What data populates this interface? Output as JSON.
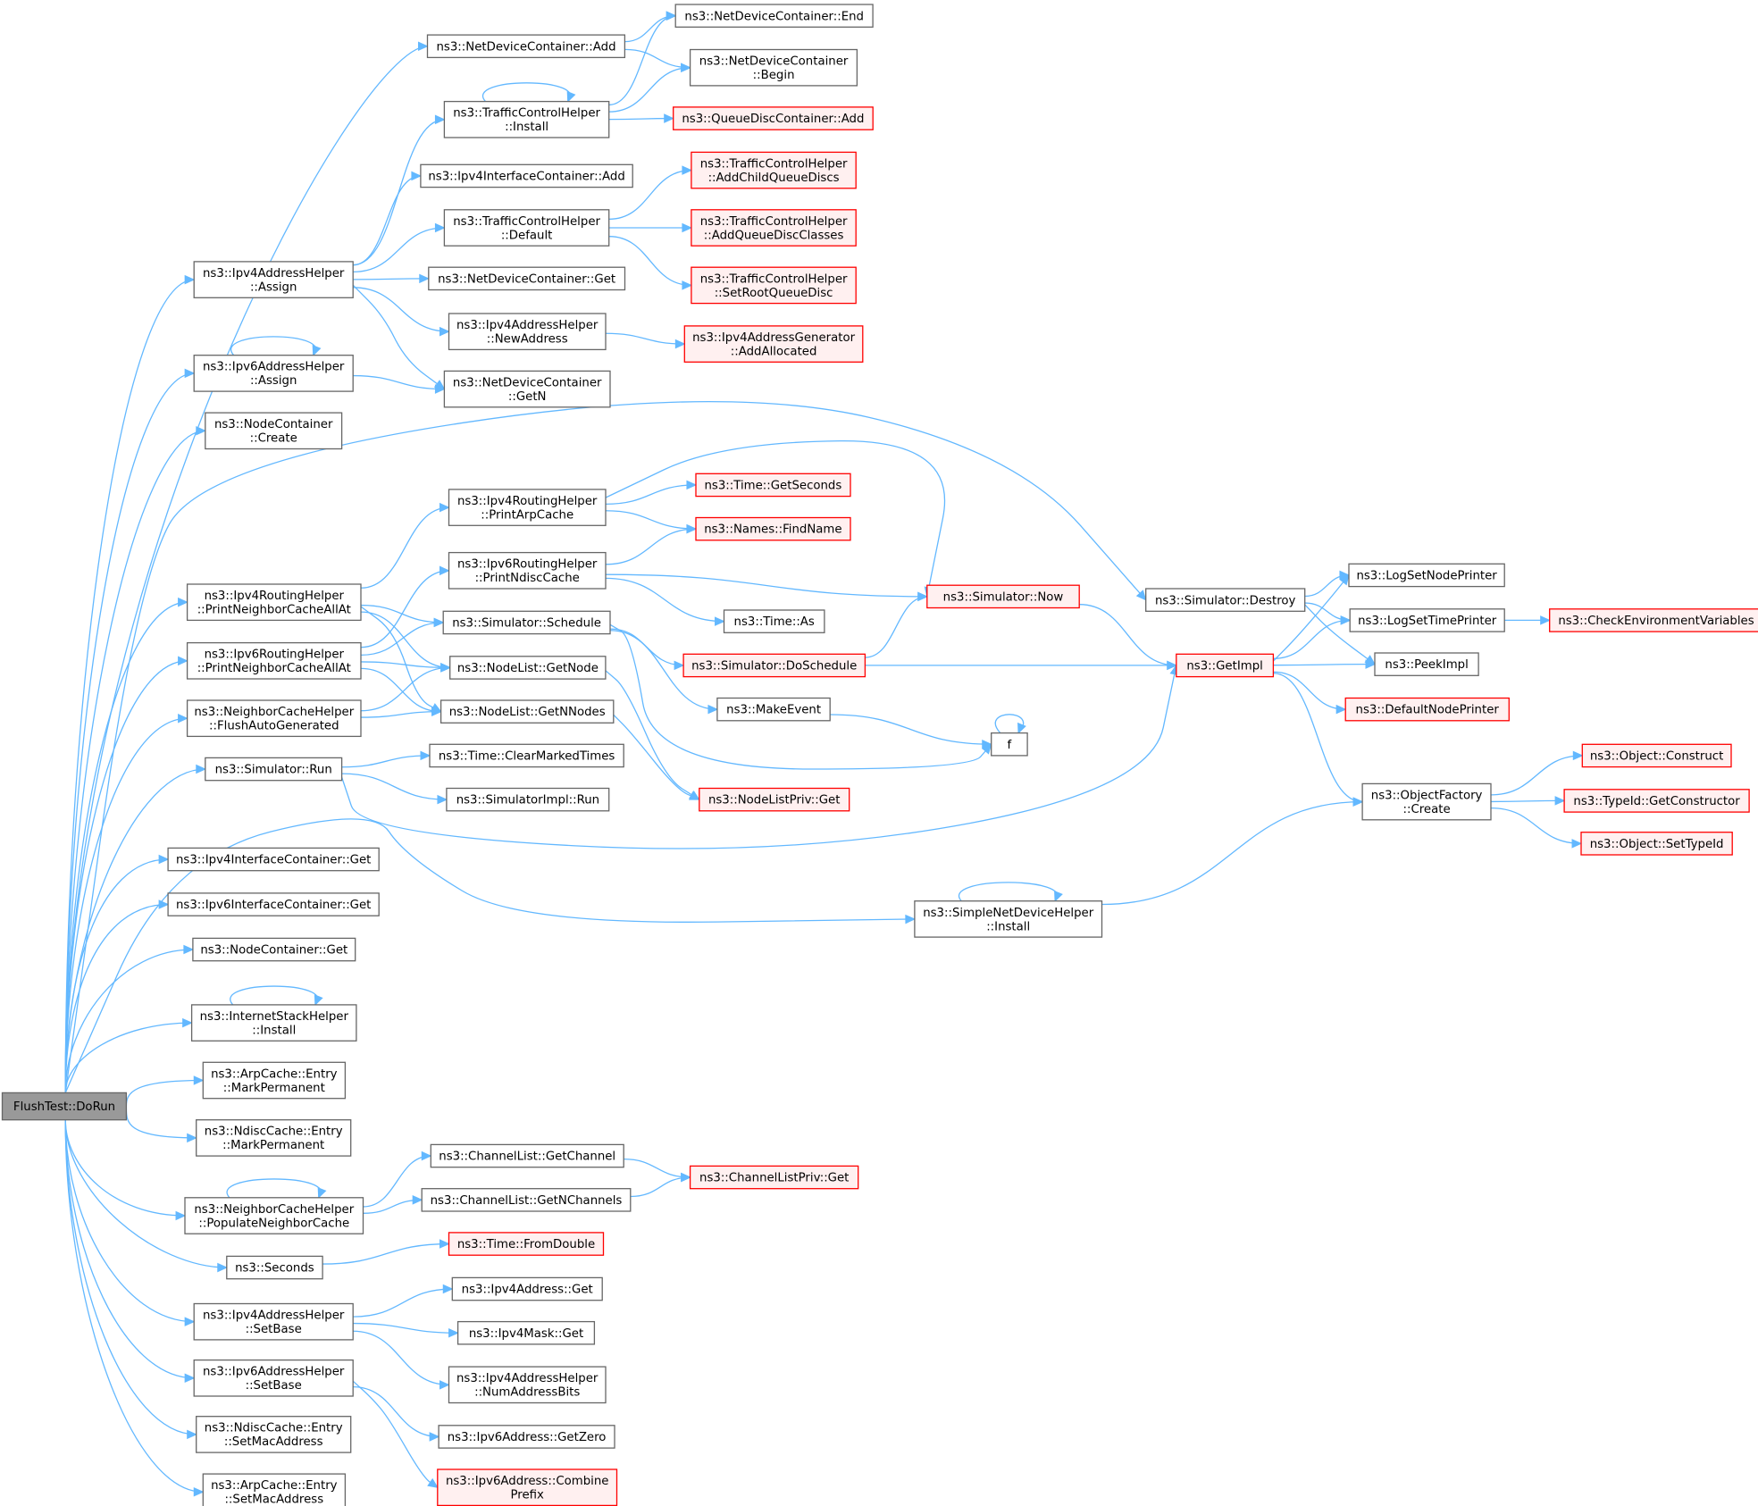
{
  "diagram": {
    "type": "call-graph",
    "root": "FlushTest::DoRun",
    "colors": {
      "edge": "#63b8ff",
      "plain_border": "#666666",
      "red_border": "#ff0000",
      "red_fill": "#fff0f0",
      "root_fill": "#999999"
    },
    "nodes": [
      {
        "id": "dorun",
        "lines": [
          "FlushTest::DoRun"
        ],
        "style": "root"
      },
      {
        "id": "ndc_add",
        "lines": [
          "ns3::NetDeviceContainer::Add"
        ],
        "style": "plain"
      },
      {
        "id": "ndc_end",
        "lines": [
          "ns3::NetDeviceContainer::End"
        ],
        "style": "plain"
      },
      {
        "id": "ndc_begin",
        "lines": [
          "ns3::NetDeviceContainer",
          "::Begin"
        ],
        "style": "plain"
      },
      {
        "id": "tch_install",
        "lines": [
          "ns3::TrafficControlHelper",
          "::Install"
        ],
        "style": "plain"
      },
      {
        "id": "qdc_add",
        "lines": [
          "ns3::QueueDiscContainer::Add"
        ],
        "style": "red"
      },
      {
        "id": "ipv4ic_add",
        "lines": [
          "ns3::Ipv4InterfaceContainer::Add"
        ],
        "style": "plain"
      },
      {
        "id": "tch_addchild",
        "lines": [
          "ns3::TrafficControlHelper",
          "::AddChildQueueDiscs"
        ],
        "style": "red"
      },
      {
        "id": "tch_default",
        "lines": [
          "ns3::TrafficControlHelper",
          "::Default"
        ],
        "style": "plain"
      },
      {
        "id": "tch_addclasses",
        "lines": [
          "ns3::TrafficControlHelper",
          "::AddQueueDiscClasses"
        ],
        "style": "red"
      },
      {
        "id": "ipv4ah_assign",
        "lines": [
          "ns3::Ipv4AddressHelper",
          "::Assign"
        ],
        "style": "plain"
      },
      {
        "id": "ndc_get",
        "lines": [
          "ns3::NetDeviceContainer::Get"
        ],
        "style": "plain"
      },
      {
        "id": "tch_setroot",
        "lines": [
          "ns3::TrafficControlHelper",
          "::SetRootQueueDisc"
        ],
        "style": "red"
      },
      {
        "id": "ipv4ah_newaddr",
        "lines": [
          "ns3::Ipv4AddressHelper",
          "::NewAddress"
        ],
        "style": "plain"
      },
      {
        "id": "ipv4ag_alloc",
        "lines": [
          "ns3::Ipv4AddressGenerator",
          "::AddAllocated"
        ],
        "style": "red"
      },
      {
        "id": "ipv6ah_assign",
        "lines": [
          "ns3::Ipv6AddressHelper",
          "::Assign"
        ],
        "style": "plain"
      },
      {
        "id": "ndc_getn",
        "lines": [
          "ns3::NetDeviceContainer",
          "::GetN"
        ],
        "style": "plain"
      },
      {
        "id": "nc_create",
        "lines": [
          "ns3::NodeContainer",
          "::Create"
        ],
        "style": "plain"
      },
      {
        "id": "ipv4rh_arp",
        "lines": [
          "ns3::Ipv4RoutingHelper",
          "::PrintArpCache"
        ],
        "style": "plain"
      },
      {
        "id": "time_getsec",
        "lines": [
          "ns3::Time::GetSeconds"
        ],
        "style": "red"
      },
      {
        "id": "names_find",
        "lines": [
          "ns3::Names::FindName"
        ],
        "style": "red"
      },
      {
        "id": "ipv6rh_ndisc",
        "lines": [
          "ns3::Ipv6RoutingHelper",
          "::PrintNdiscCache"
        ],
        "style": "plain"
      },
      {
        "id": "sim_now",
        "lines": [
          "ns3::Simulator::Now"
        ],
        "style": "red"
      },
      {
        "id": "sim_destroy",
        "lines": [
          "ns3::Simulator::Destroy"
        ],
        "style": "plain"
      },
      {
        "id": "log_nodeprinter",
        "lines": [
          "ns3::LogSetNodePrinter"
        ],
        "style": "plain"
      },
      {
        "id": "ipv4rh_pnca",
        "lines": [
          "ns3::Ipv4RoutingHelper",
          "::PrintNeighborCacheAllAt"
        ],
        "style": "plain"
      },
      {
        "id": "time_as",
        "lines": [
          "ns3::Time::As"
        ],
        "style": "plain"
      },
      {
        "id": "sim_schedule",
        "lines": [
          "ns3::Simulator::Schedule"
        ],
        "style": "plain"
      },
      {
        "id": "log_timeprinter",
        "lines": [
          "ns3::LogSetTimePrinter"
        ],
        "style": "plain"
      },
      {
        "id": "check_env",
        "lines": [
          "ns3::CheckEnvironmentVariables"
        ],
        "style": "red"
      },
      {
        "id": "ipv6rh_pnca",
        "lines": [
          "ns3::Ipv6RoutingHelper",
          "::PrintNeighborCacheAllAt"
        ],
        "style": "plain"
      },
      {
        "id": "sim_dosched",
        "lines": [
          "ns3::Simulator::DoSchedule"
        ],
        "style": "red"
      },
      {
        "id": "getimpl",
        "lines": [
          "ns3::GetImpl"
        ],
        "style": "red"
      },
      {
        "id": "peekimpl",
        "lines": [
          "ns3::PeekImpl"
        ],
        "style": "plain"
      },
      {
        "id": "nl_getnode",
        "lines": [
          "ns3::NodeList::GetNode"
        ],
        "style": "plain"
      },
      {
        "id": "nch_flush",
        "lines": [
          "ns3::NeighborCacheHelper",
          "::FlushAutoGenerated"
        ],
        "style": "plain"
      },
      {
        "id": "makeevent",
        "lines": [
          "ns3::MakeEvent"
        ],
        "style": "plain"
      },
      {
        "id": "def_nodeprinter",
        "lines": [
          "ns3::DefaultNodePrinter"
        ],
        "style": "red"
      },
      {
        "id": "nl_getnnodes",
        "lines": [
          "ns3::NodeList::GetNNodes"
        ],
        "style": "plain"
      },
      {
        "id": "f",
        "lines": [
          "f"
        ],
        "style": "plain"
      },
      {
        "id": "obj_construct",
        "lines": [
          "ns3::Object::Construct"
        ],
        "style": "red"
      },
      {
        "id": "sim_run",
        "lines": [
          "ns3::Simulator::Run"
        ],
        "style": "plain"
      },
      {
        "id": "time_clear",
        "lines": [
          "ns3::Time::ClearMarkedTimes"
        ],
        "style": "plain"
      },
      {
        "id": "of_create",
        "lines": [
          "ns3::ObjectFactory",
          "::Create"
        ],
        "style": "plain"
      },
      {
        "id": "typeid_getctor",
        "lines": [
          "ns3::TypeId::GetConstructor"
        ],
        "style": "red"
      },
      {
        "id": "simimpl_run",
        "lines": [
          "ns3::SimulatorImpl::Run"
        ],
        "style": "plain"
      },
      {
        "id": "nlpriv_get",
        "lines": [
          "ns3::NodeListPriv::Get"
        ],
        "style": "red"
      },
      {
        "id": "obj_settypeid",
        "lines": [
          "ns3::Object::SetTypeId"
        ],
        "style": "red"
      },
      {
        "id": "ipv4ic_get",
        "lines": [
          "ns3::Ipv4InterfaceContainer::Get"
        ],
        "style": "plain"
      },
      {
        "id": "ipv6ic_get",
        "lines": [
          "ns3::Ipv6InterfaceContainer::Get"
        ],
        "style": "plain"
      },
      {
        "id": "sndh_install",
        "lines": [
          "ns3::SimpleNetDeviceHelper",
          "::Install"
        ],
        "style": "plain"
      },
      {
        "id": "nc_get",
        "lines": [
          "ns3::NodeContainer::Get"
        ],
        "style": "plain"
      },
      {
        "id": "ish_install",
        "lines": [
          "ns3::InternetStackHelper",
          "::Install"
        ],
        "style": "plain"
      },
      {
        "id": "arp_markperm",
        "lines": [
          "ns3::ArpCache::Entry",
          "::MarkPermanent"
        ],
        "style": "plain"
      },
      {
        "id": "ndisc_markperm",
        "lines": [
          "ns3::NdiscCache::Entry",
          "::MarkPermanent"
        ],
        "style": "plain"
      },
      {
        "id": "cl_getchannel",
        "lines": [
          "ns3::ChannelList::GetChannel"
        ],
        "style": "plain"
      },
      {
        "id": "clpriv_get",
        "lines": [
          "ns3::ChannelListPriv::Get"
        ],
        "style": "red"
      },
      {
        "id": "nch_populate",
        "lines": [
          "ns3::NeighborCacheHelper",
          "::PopulateNeighborCache"
        ],
        "style": "plain"
      },
      {
        "id": "cl_getnchannels",
        "lines": [
          "ns3::ChannelList::GetNChannels"
        ],
        "style": "plain"
      },
      {
        "id": "time_fromdouble",
        "lines": [
          "ns3::Time::FromDouble"
        ],
        "style": "red"
      },
      {
        "id": "seconds",
        "lines": [
          "ns3::Seconds"
        ],
        "style": "plain"
      },
      {
        "id": "ipv4addr_get",
        "lines": [
          "ns3::Ipv4Address::Get"
        ],
        "style": "plain"
      },
      {
        "id": "ipv4ah_setbase",
        "lines": [
          "ns3::Ipv4AddressHelper",
          "::SetBase"
        ],
        "style": "plain"
      },
      {
        "id": "ipv4mask_get",
        "lines": [
          "ns3::Ipv4Mask::Get"
        ],
        "style": "plain"
      },
      {
        "id": "ipv4ah_numbits",
        "lines": [
          "ns3::Ipv4AddressHelper",
          "::NumAddressBits"
        ],
        "style": "plain"
      },
      {
        "id": "ipv6ah_setbase",
        "lines": [
          "ns3::Ipv6AddressHelper",
          "::SetBase"
        ],
        "style": "plain"
      },
      {
        "id": "ipv6addr_getzero",
        "lines": [
          "ns3::Ipv6Address::GetZero"
        ],
        "style": "plain"
      },
      {
        "id": "ndisc_setmac",
        "lines": [
          "ns3::NdiscCache::Entry",
          "::SetMacAddress"
        ],
        "style": "plain"
      },
      {
        "id": "ipv6addr_combine",
        "lines": [
          "ns3::Ipv6Address::Combine",
          "Prefix"
        ],
        "style": "red"
      },
      {
        "id": "arp_setmac",
        "lines": [
          "ns3::ArpCache::Entry",
          "::SetMacAddress"
        ],
        "style": "plain"
      }
    ],
    "edges": [
      [
        "dorun",
        "ndc_add"
      ],
      [
        "dorun",
        "ipv4ah_assign"
      ],
      [
        "dorun",
        "ipv6ah_assign"
      ],
      [
        "dorun",
        "nc_create"
      ],
      [
        "dorun",
        "sim_destroy"
      ],
      [
        "dorun",
        "ipv4rh_pnca"
      ],
      [
        "dorun",
        "ipv6rh_pnca"
      ],
      [
        "dorun",
        "nch_flush"
      ],
      [
        "dorun",
        "sim_run"
      ],
      [
        "dorun",
        "ipv4ic_get"
      ],
      [
        "dorun",
        "ipv6ic_get"
      ],
      [
        "dorun",
        "sndh_install"
      ],
      [
        "dorun",
        "nc_get"
      ],
      [
        "dorun",
        "ish_install"
      ],
      [
        "dorun",
        "arp_markperm"
      ],
      [
        "dorun",
        "ndisc_markperm"
      ],
      [
        "dorun",
        "nch_populate"
      ],
      [
        "dorun",
        "seconds"
      ],
      [
        "dorun",
        "ipv4ah_setbase"
      ],
      [
        "dorun",
        "ipv6ah_setbase"
      ],
      [
        "dorun",
        "ndisc_setmac"
      ],
      [
        "dorun",
        "arp_setmac"
      ],
      [
        "ndc_add",
        "ndc_end"
      ],
      [
        "ndc_add",
        "ndc_begin"
      ],
      [
        "tch_install",
        "ndc_end"
      ],
      [
        "tch_install",
        "ndc_begin"
      ],
      [
        "tch_install",
        "qdc_add"
      ],
      [
        "tch_install",
        "tch_install"
      ],
      [
        "tch_default",
        "tch_addchild"
      ],
      [
        "tch_default",
        "tch_addclasses"
      ],
      [
        "tch_default",
        "tch_setroot"
      ],
      [
        "ipv4ah_assign",
        "tch_install"
      ],
      [
        "ipv4ah_assign",
        "ipv4ic_add"
      ],
      [
        "ipv4ah_assign",
        "tch_default"
      ],
      [
        "ipv4ah_assign",
        "ndc_get"
      ],
      [
        "ipv4ah_assign",
        "ipv4ah_newaddr"
      ],
      [
        "ipv4ah_assign",
        "ndc_getn"
      ],
      [
        "ipv4ah_newaddr",
        "ipv4ag_alloc"
      ],
      [
        "ipv6ah_assign",
        "ipv6ah_assign"
      ],
      [
        "ipv6ah_assign",
        "ndc_getn"
      ],
      [
        "ipv4rh_arp",
        "time_getsec"
      ],
      [
        "ipv4rh_arp",
        "names_find"
      ],
      [
        "ipv4rh_arp",
        "sim_now"
      ],
      [
        "ipv6rh_ndisc",
        "names_find"
      ],
      [
        "ipv6rh_ndisc",
        "sim_now"
      ],
      [
        "ipv6rh_ndisc",
        "time_as"
      ],
      [
        "ipv4rh_pnca",
        "ipv4rh_arp"
      ],
      [
        "ipv4rh_pnca",
        "sim_schedule"
      ],
      [
        "ipv4rh_pnca",
        "nl_getnode"
      ],
      [
        "ipv4rh_pnca",
        "nl_getnnodes"
      ],
      [
        "ipv6rh_pnca",
        "ipv6rh_ndisc"
      ],
      [
        "ipv6rh_pnca",
        "sim_schedule"
      ],
      [
        "ipv6rh_pnca",
        "nl_getnode"
      ],
      [
        "ipv6rh_pnca",
        "nl_getnnodes"
      ],
      [
        "nch_flush",
        "nl_getnode"
      ],
      [
        "nch_flush",
        "nl_getnnodes"
      ],
      [
        "sim_schedule",
        "sim_dosched"
      ],
      [
        "sim_schedule",
        "makeevent"
      ],
      [
        "sim_schedule",
        "f"
      ],
      [
        "sim_dosched",
        "sim_now"
      ],
      [
        "sim_dosched",
        "getimpl"
      ],
      [
        "sim_now",
        "getimpl"
      ],
      [
        "makeevent",
        "f"
      ],
      [
        "f",
        "f"
      ],
      [
        "nl_getnode",
        "nlpriv_get"
      ],
      [
        "nl_getnnodes",
        "nlpriv_get"
      ],
      [
        "sim_run",
        "time_clear"
      ],
      [
        "sim_run",
        "simimpl_run"
      ],
      [
        "sim_run",
        "getimpl"
      ],
      [
        "sim_destroy",
        "log_nodeprinter"
      ],
      [
        "sim_destroy",
        "log_timeprinter"
      ],
      [
        "sim_destroy",
        "peekimpl"
      ],
      [
        "getimpl",
        "log_nodeprinter"
      ],
      [
        "getimpl",
        "log_timeprinter"
      ],
      [
        "getimpl",
        "peekimpl"
      ],
      [
        "getimpl",
        "def_nodeprinter"
      ],
      [
        "getimpl",
        "of_create"
      ],
      [
        "log_timeprinter",
        "check_env"
      ],
      [
        "of_create",
        "obj_construct"
      ],
      [
        "of_create",
        "typeid_getctor"
      ],
      [
        "of_create",
        "obj_settypeid"
      ],
      [
        "sndh_install",
        "sndh_install"
      ],
      [
        "sndh_install",
        "of_create"
      ],
      [
        "ish_install",
        "ish_install"
      ],
      [
        "nch_populate",
        "nch_populate"
      ],
      [
        "nch_populate",
        "cl_getchannel"
      ],
      [
        "nch_populate",
        "cl_getnchannels"
      ],
      [
        "cl_getchannel",
        "clpriv_get"
      ],
      [
        "cl_getnchannels",
        "clpriv_get"
      ],
      [
        "seconds",
        "time_fromdouble"
      ],
      [
        "ipv4ah_setbase",
        "ipv4addr_get"
      ],
      [
        "ipv4ah_setbase",
        "ipv4mask_get"
      ],
      [
        "ipv4ah_setbase",
        "ipv4ah_numbits"
      ],
      [
        "ipv6ah_setbase",
        "ipv6addr_getzero"
      ],
      [
        "ipv6ah_setbase",
        "ipv6addr_combine"
      ]
    ]
  }
}
